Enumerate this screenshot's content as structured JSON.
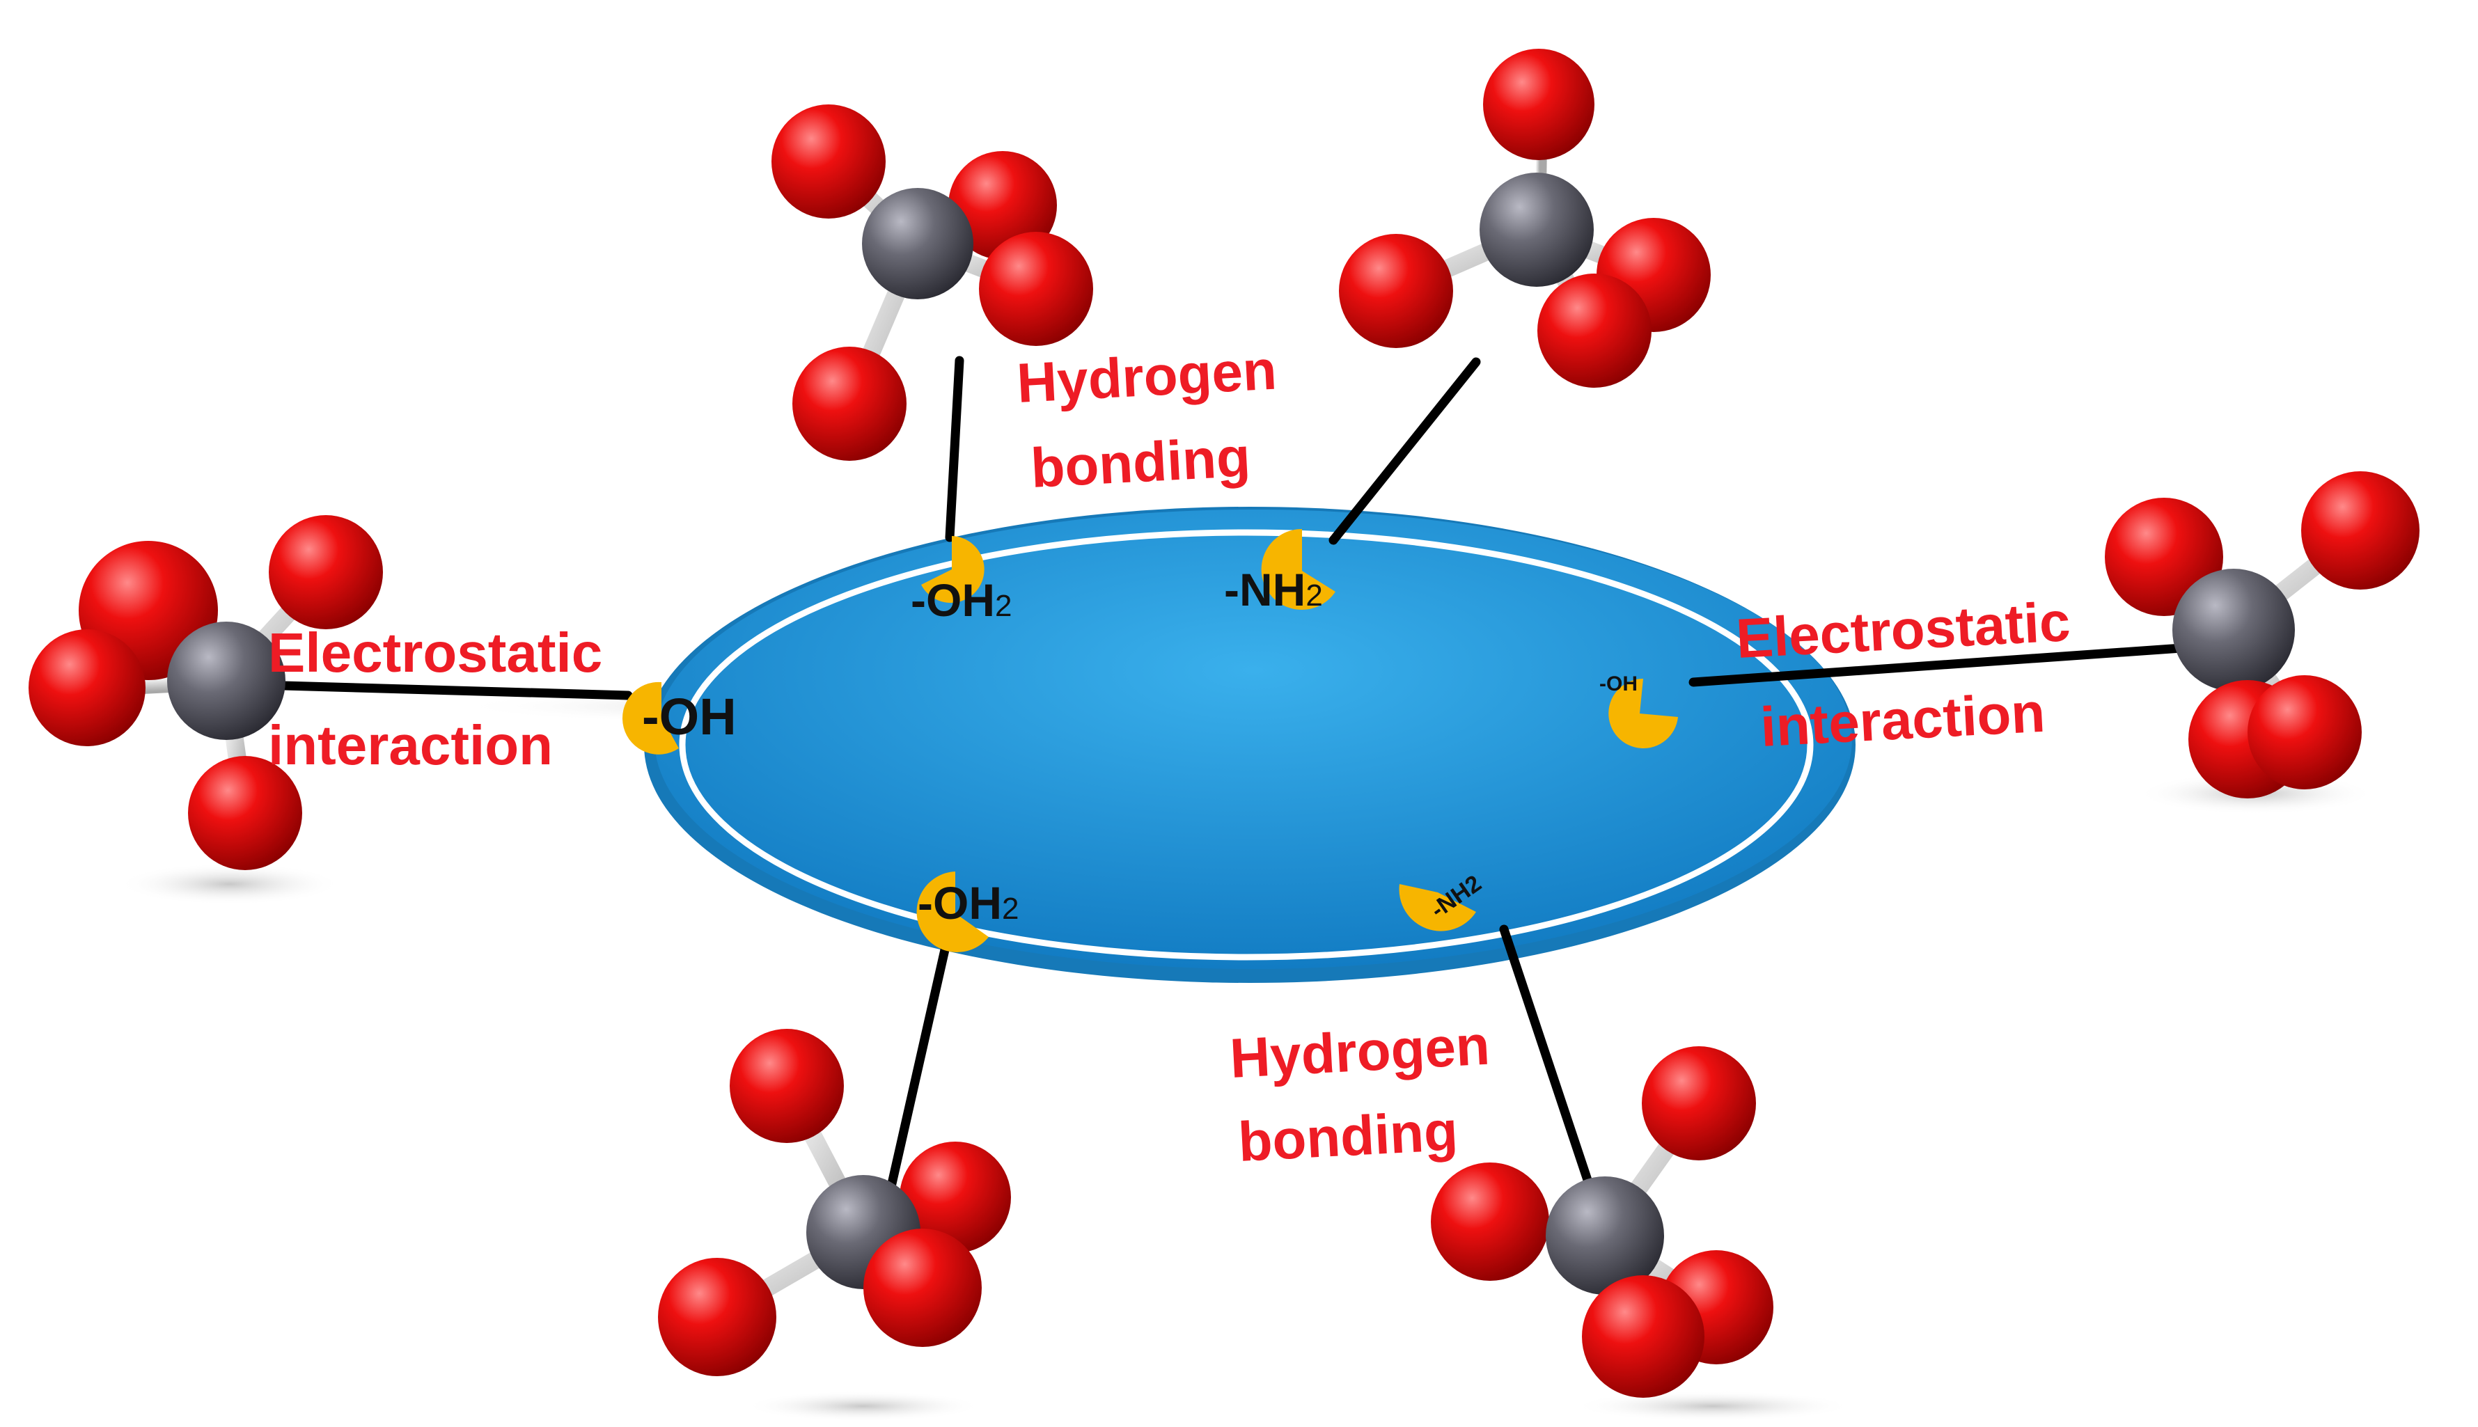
{
  "colors": {
    "oxygen": "#e00000",
    "carbon": "#5c5c66",
    "bond": "#d8d8d8",
    "tether": "#000000",
    "label": "#ee1c25",
    "particle_fill": "#1f8fd0",
    "particle_rim": "#ffffff",
    "site": "#f7b500",
    "site_text": "#111111"
  },
  "sites": {
    "oh2_top": "-OH",
    "oh2_top_sub": "2",
    "nh2_top": "-NH",
    "nh2_top_sub": "2",
    "oh_left": "-OH",
    "oh_right": "-OH",
    "oh2_bottom": "-OH",
    "oh2_bottom_sub": "2",
    "nh2_bottom": "-NH2"
  },
  "labels": {
    "electrostatic_left_1": "Electrostatic",
    "electrostatic_left_2": "interaction",
    "electrostatic_right_1": "Electrostatic",
    "electrostatic_right_2": "interaction",
    "hbond_top_1": "Hydrogen",
    "hbond_top_2": "bonding",
    "hbond_bottom_1": "Hydrogen",
    "hbond_bottom_2": "bonding"
  },
  "icons": {
    "molecule": "carbonate-molecule-icon",
    "site": "binding-site-icon"
  }
}
